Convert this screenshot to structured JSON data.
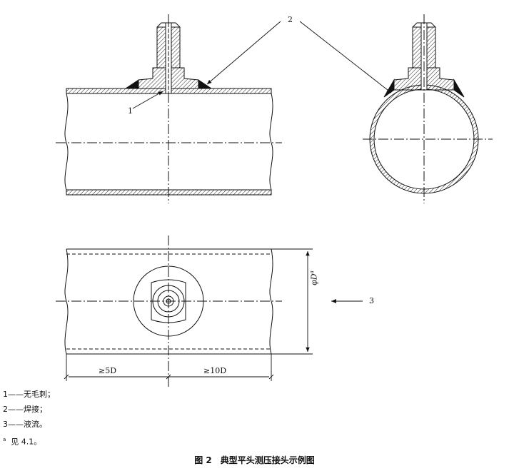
{
  "callouts": {
    "c1": "1",
    "c2": "2",
    "c3": "3"
  },
  "dimensions": {
    "diameter": "φD",
    "diameter_note_mark": "a",
    "upstream": "≥5D",
    "downstream": "≥10D"
  },
  "legend": [
    {
      "num": "1",
      "text": "——无毛刺；"
    },
    {
      "num": "2",
      "text": "——焊接；"
    },
    {
      "num": "3",
      "text": "——液流。"
    }
  ],
  "footnote": {
    "mark": "a",
    "text": "见 4.1。"
  },
  "caption": "图 2　典型平头测压接头示例图"
}
